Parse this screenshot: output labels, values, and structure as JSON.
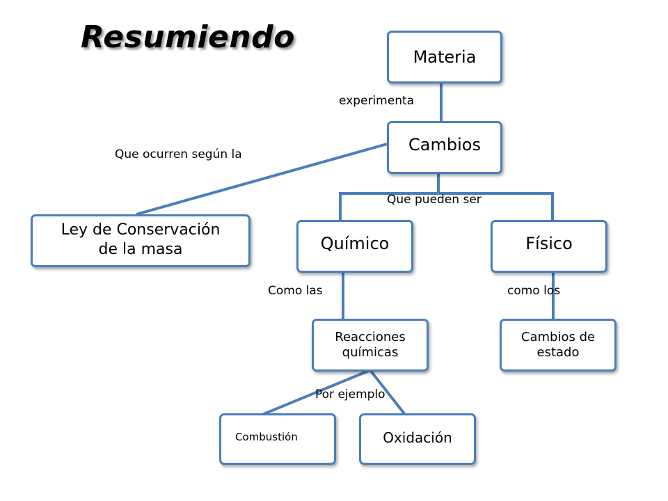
{
  "title": "Resumiendo",
  "colors": {
    "box_border": "#4a7ebb",
    "connector": "#4a7ebb"
  },
  "nodes": {
    "materia": "Materia",
    "cambios": "Cambios",
    "ley": "Ley de Conservación de la masa",
    "quimico": "Químico",
    "fisico": "Físico",
    "reacciones": "Reacciones químicas",
    "cambios_estado": "Cambios de estado",
    "combustion": "Combustión",
    "oxidacion": "Oxidación"
  },
  "links": {
    "experimenta": "experimenta",
    "que_ocurren": "Que ocurren según la",
    "que_pueden": "Que pueden ser",
    "como_las": "Como las",
    "como_los": "como los",
    "por_ejemplo": "Por ejemplo"
  }
}
